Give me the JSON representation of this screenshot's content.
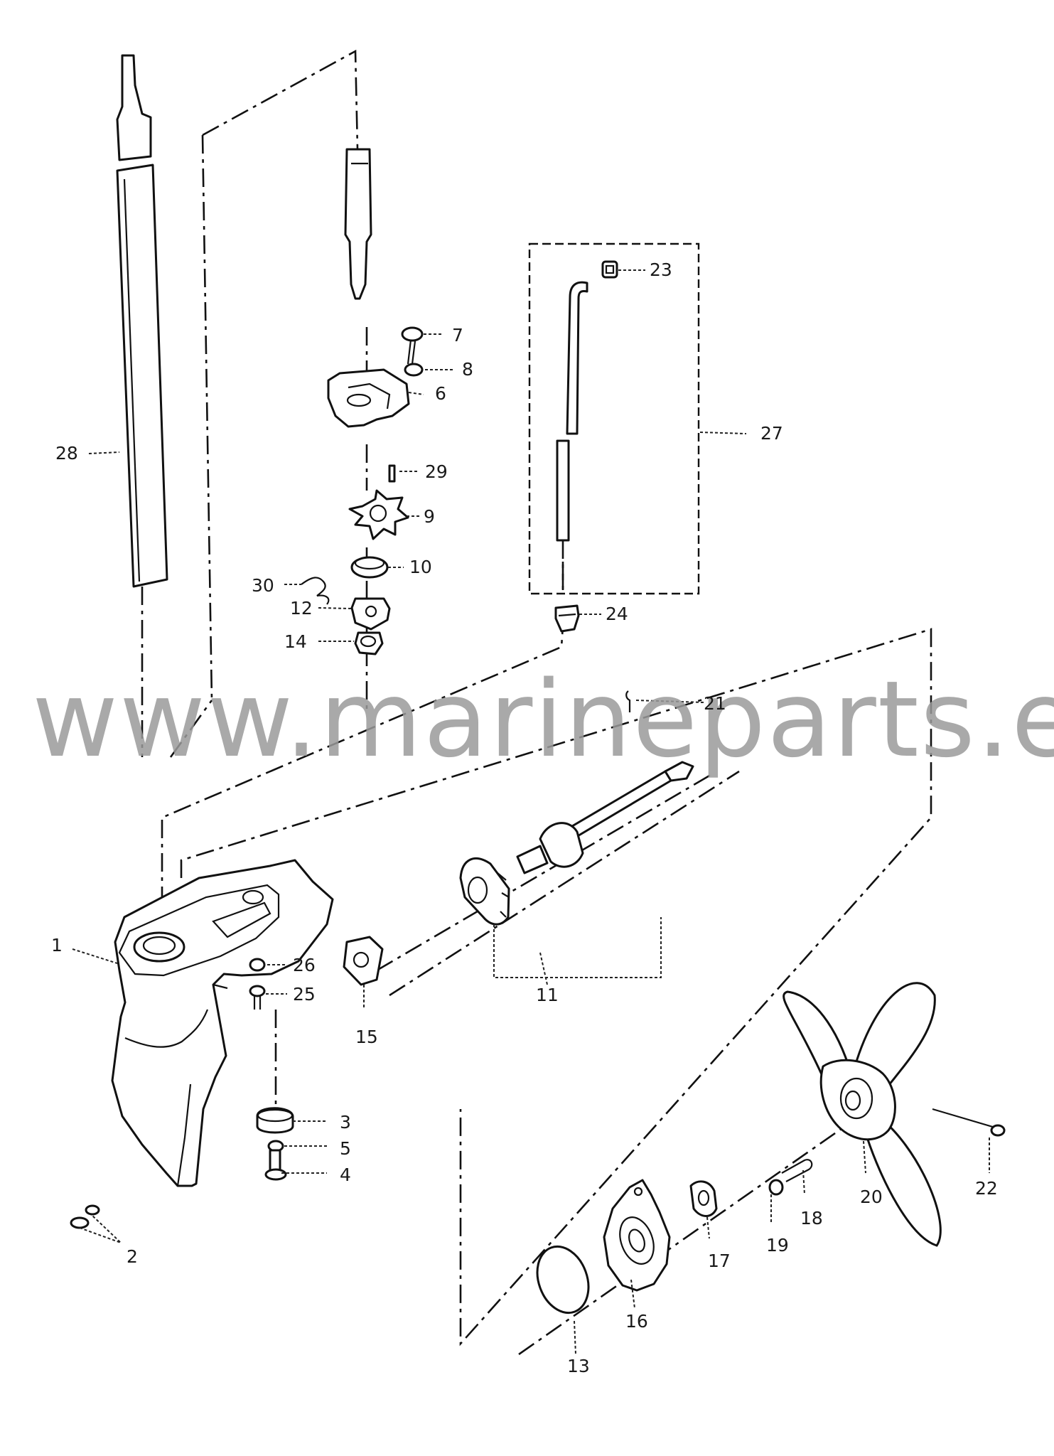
{
  "watermark": "www.marineparts.eu",
  "part_labels": {
    "p1": "1",
    "p2": "2",
    "p3": "3",
    "p4": "4",
    "p5": "5",
    "p6": "6",
    "p7": "7",
    "p8": "8",
    "p9": "9",
    "p10": "10",
    "p11": "11",
    "p12": "12",
    "p13": "13",
    "p14": "14",
    "p15": "15",
    "p16": "16",
    "p17": "17",
    "p18": "18",
    "p19": "19",
    "p20": "20",
    "p21": "21",
    "p22": "22",
    "p23": "23",
    "p24": "24",
    "p25": "25",
    "p26": "26",
    "p27": "27",
    "p28": "28",
    "p29": "29",
    "p30": "30"
  }
}
